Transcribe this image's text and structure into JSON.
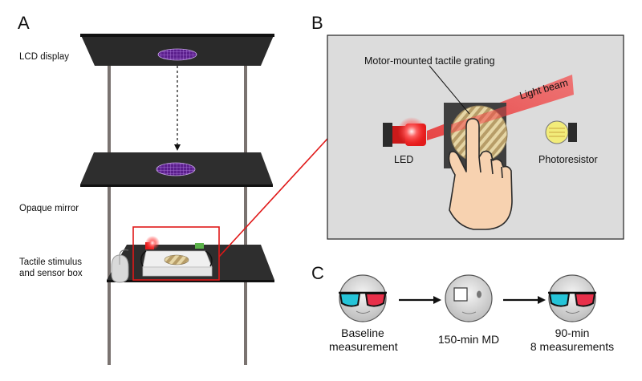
{
  "panels": {
    "a": "A",
    "b": "B",
    "c": "C"
  },
  "panel_a": {
    "lcd_label": "LCD display",
    "mirror_label": "Opaque mirror",
    "box_label_line1": "Tactile stimulus",
    "box_label_line2": "and sensor box"
  },
  "panel_b": {
    "grating_label": "Motor-mounted tactile grating",
    "beam_label": "Light beam",
    "led_label": "LED",
    "photoresistor_label": "Photoresistor"
  },
  "panel_c": {
    "step1_line1": "Baseline",
    "step1_line2": "measurement",
    "step2": "150-min MD",
    "step3_line1": "90-min",
    "step3_line2": "8 measurements"
  },
  "colors": {
    "platform": "#2b2b2b",
    "grating": "#6a2a9a",
    "callout": "#e01818",
    "panel_bg": "#dcdcdc",
    "led": "#e31b1b",
    "beam": "#f04040",
    "skin": "#f7d2b0",
    "lens_red": "#e8304a",
    "lens_cyan": "#25c4d8"
  },
  "icons": [
    "finger-pointing-icon",
    "anaglyph-glasses-icon",
    "eye-patch-icon",
    "computer-mouse-icon"
  ]
}
